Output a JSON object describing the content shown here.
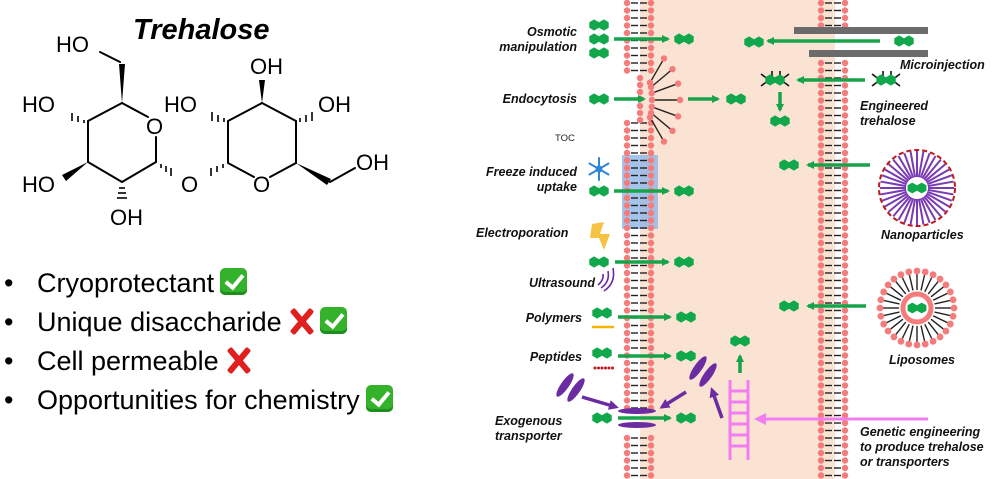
{
  "molecule": {
    "title": "Trehalose",
    "atoms": {
      "ho_top": "HO",
      "ho_left1": "HO",
      "ho_left2": "HO",
      "oh_bottom": "OH",
      "ring_o_left": "O",
      "glyco_o": "O",
      "ho_mid": "HO",
      "oh_top_right": "OH",
      "oh_right": "OH",
      "ring_o_right": "O",
      "oh_far_right": "OH"
    }
  },
  "properties": [
    {
      "bullet": "•",
      "text": "Cryoprotectant",
      "marks": [
        "check"
      ]
    },
    {
      "bullet": "•",
      "text": "Unique disaccharide",
      "marks": [
        "cross",
        "check"
      ]
    },
    {
      "bullet": "•",
      "text": "Cell permeable",
      "marks": [
        "cross"
      ]
    },
    {
      "bullet": "•",
      "text": "Opportunities for chemistry",
      "marks": [
        "check"
      ]
    }
  ],
  "diagram": {
    "toc_label": "TOC",
    "colors": {
      "trehalose_green": "#10a84a",
      "arrow_green": "#16a34a",
      "lipid_head": "#f47c7c",
      "cytoplasm": "#fbe3d4",
      "freeze_band": "#8fb5e6",
      "transporter_purple": "#6a2ca0",
      "genetic_pink": "#f27df0",
      "microinjection_gray": "#6b6b6b",
      "lightning_yellow": "#f6c243",
      "snowflake_blue": "#2d86d8",
      "polymer_orange": "#f4b400",
      "peptide_red": "#c0171c"
    },
    "methods_left": [
      {
        "id": "osmotic",
        "label": "Osmotic\nmanipulation"
      },
      {
        "id": "endocytosis",
        "label": "Endocytosis"
      },
      {
        "id": "freeze",
        "label": "Freeze induced\nuptake"
      },
      {
        "id": "electroporation",
        "label": "Electroporation"
      },
      {
        "id": "ultrasound",
        "label": "Ultrasound"
      },
      {
        "id": "polymers",
        "label": "Polymers"
      },
      {
        "id": "peptides",
        "label": "Peptides"
      },
      {
        "id": "exogenous",
        "label": "Exogenous\ntransporter"
      }
    ],
    "methods_right": [
      {
        "id": "microinjection",
        "label": "Microinjection"
      },
      {
        "id": "engineered",
        "label": "Engineered\ntrehalose"
      },
      {
        "id": "nanoparticles",
        "label": "Nanoparticles"
      },
      {
        "id": "liposomes",
        "label": "Liposomes"
      },
      {
        "id": "genetic",
        "label": "Genetic engineering\nto produce trehalose\nor transporters"
      }
    ]
  }
}
